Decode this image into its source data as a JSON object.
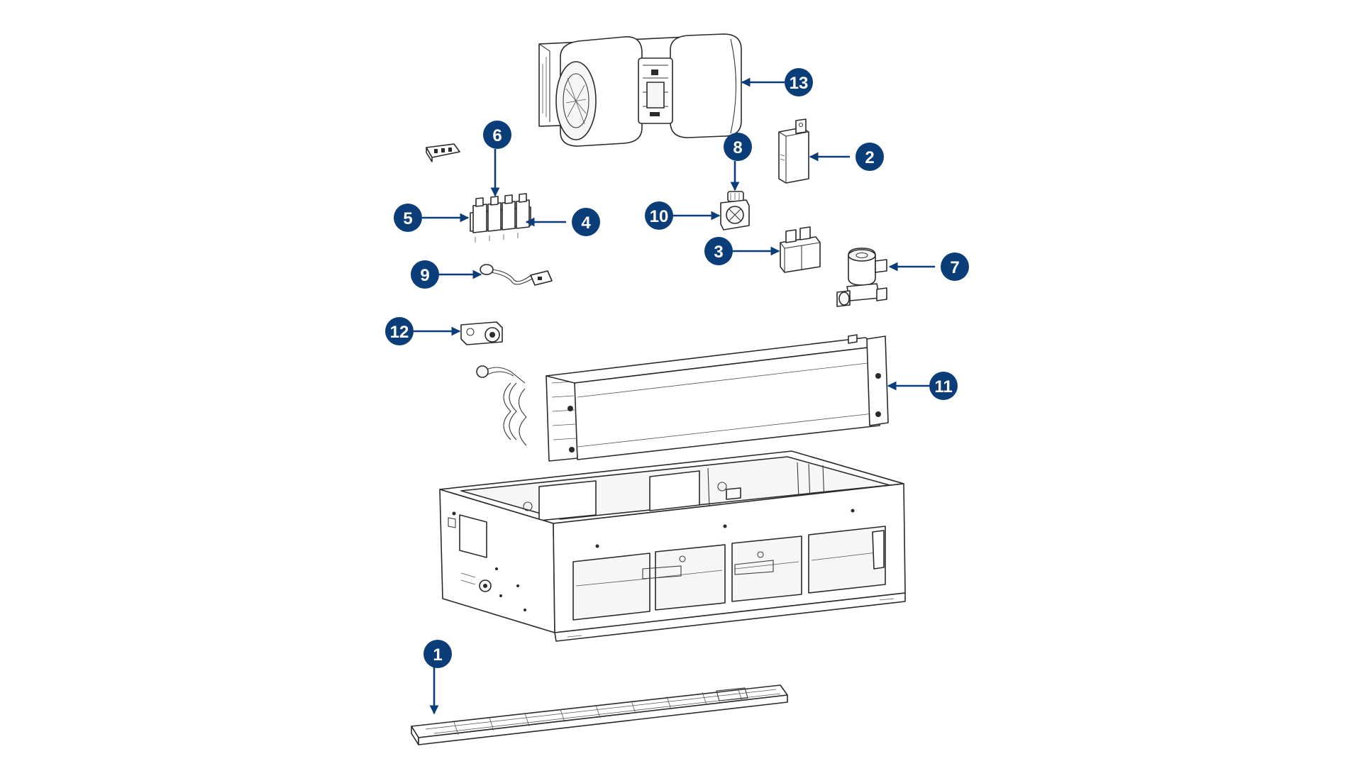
{
  "diagram": {
    "accent_color": "#0b3d78",
    "callouts": [
      {
        "id": "c1",
        "label": "1"
      },
      {
        "id": "c2",
        "label": "2"
      },
      {
        "id": "c3",
        "label": "3"
      },
      {
        "id": "c4",
        "label": "4"
      },
      {
        "id": "c5",
        "label": "5"
      },
      {
        "id": "c6",
        "label": "6"
      },
      {
        "id": "c7",
        "label": "7"
      },
      {
        "id": "c8",
        "label": "8"
      },
      {
        "id": "c9",
        "label": "9"
      },
      {
        "id": "c10",
        "label": "10"
      },
      {
        "id": "c11",
        "label": "11"
      },
      {
        "id": "c12",
        "label": "12"
      },
      {
        "id": "c13",
        "label": "13"
      }
    ]
  }
}
